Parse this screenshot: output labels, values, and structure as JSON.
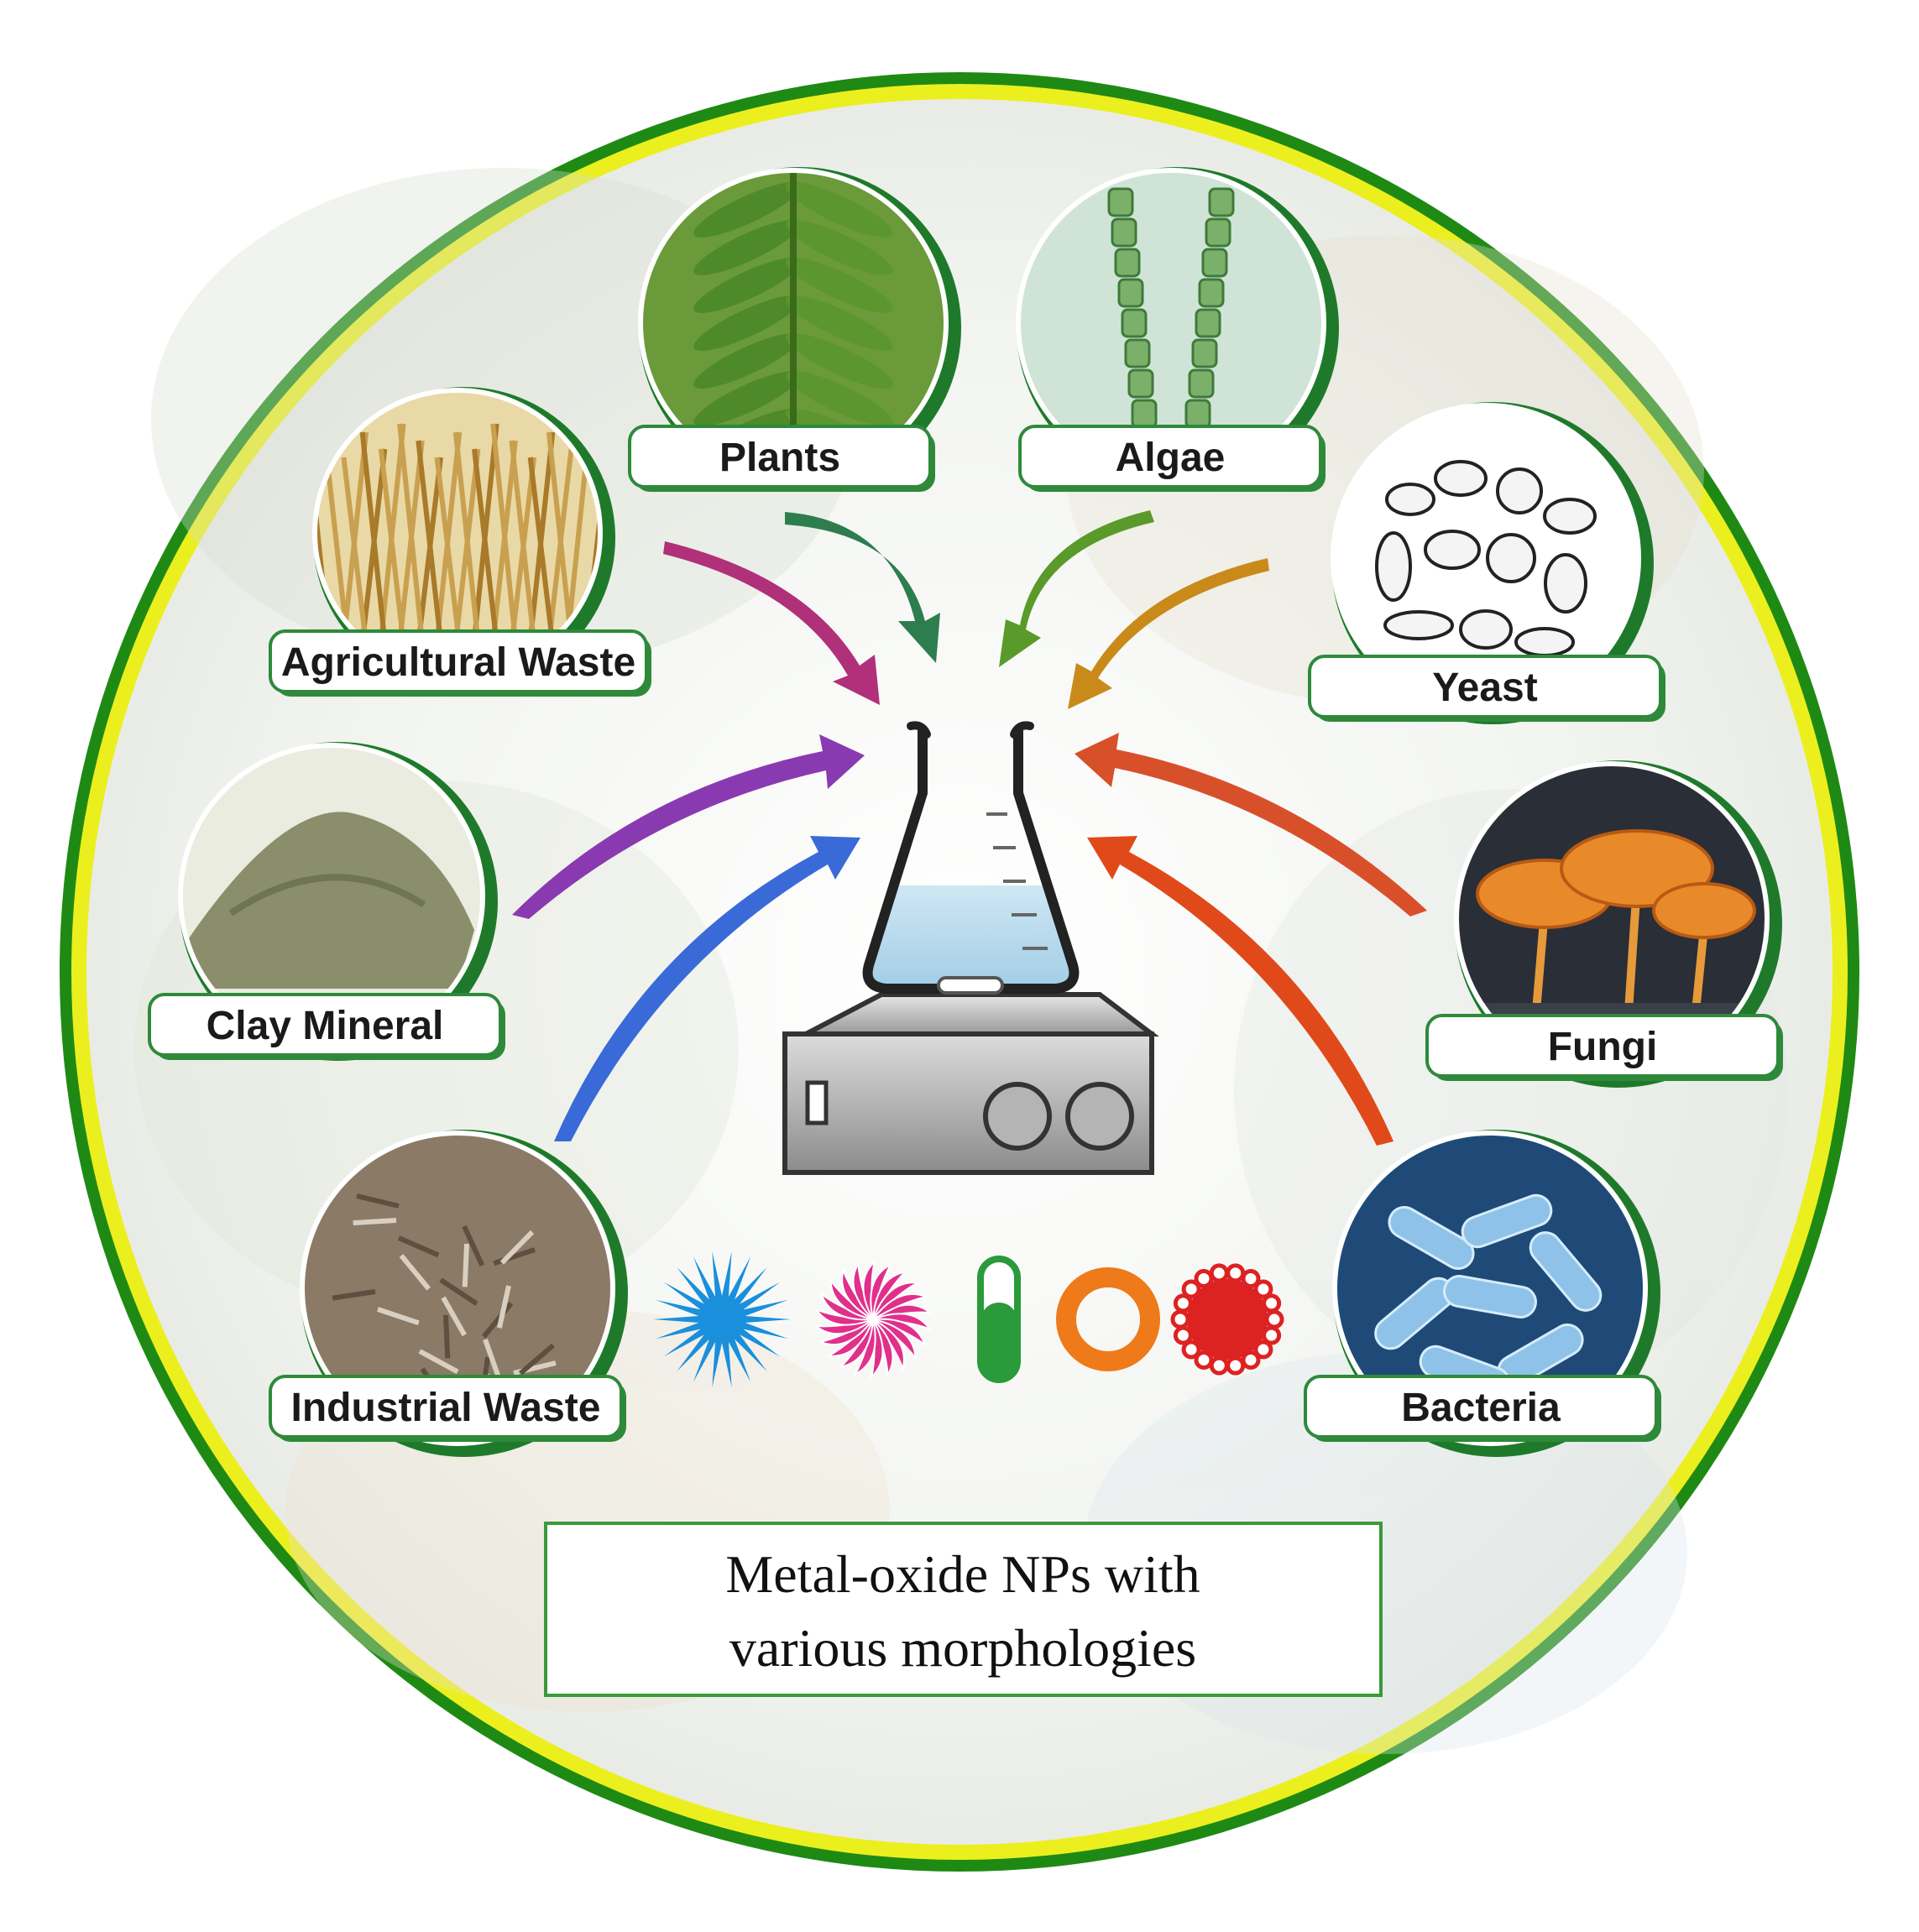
{
  "diagram": {
    "sources": [
      {
        "id": "plants",
        "label": "Plants",
        "icon": "fern-leaf-icon",
        "arrow_color": "#2e7d4f"
      },
      {
        "id": "algae",
        "label": "Algae",
        "icon": "algae-filament-icon",
        "arrow_color": "#5a9a2a"
      },
      {
        "id": "agricultural-waste",
        "label": "Agricultural Waste",
        "icon": "straw-bundle-icon",
        "arrow_color": "#b0307a"
      },
      {
        "id": "yeast",
        "label": "Yeast",
        "icon": "yeast-cells-icon",
        "arrow_color": "#c98a1a"
      },
      {
        "id": "clay-mineral",
        "label": "Clay Mineral",
        "icon": "clay-powder-icon",
        "arrow_color": "#8a3ab0"
      },
      {
        "id": "fungi",
        "label": "Fungi",
        "icon": "mushroom-icon",
        "arrow_color": "#d8502a"
      },
      {
        "id": "industrial-waste",
        "label": "Industrial Waste",
        "icon": "waste-fibers-icon",
        "arrow_color": "#3a6ad8"
      },
      {
        "id": "bacteria",
        "label": "Bacteria",
        "icon": "rod-bacteria-icon",
        "arrow_color": "#e04a1a"
      }
    ],
    "center_icon": "flask-on-stirrer-icon",
    "morphologies": [
      {
        "name": "star-particle-icon",
        "color": "#1a8fdc"
      },
      {
        "name": "flower-particle-icon",
        "color": "#e0308c"
      },
      {
        "name": "rod-particle-icon",
        "color": "#2a9a3a"
      },
      {
        "name": "ring-particle-icon",
        "color": "#ee7a1a"
      },
      {
        "name": "spiky-sphere-particle-icon",
        "color": "#dd2222"
      }
    ],
    "caption_lines": [
      "Metal-oxide NPs with",
      "various morphologies"
    ]
  },
  "colors": {
    "ring_outer": "#2e9a1e",
    "ring_inner": "#e8ec20",
    "label_border": "#2e8a3a"
  }
}
